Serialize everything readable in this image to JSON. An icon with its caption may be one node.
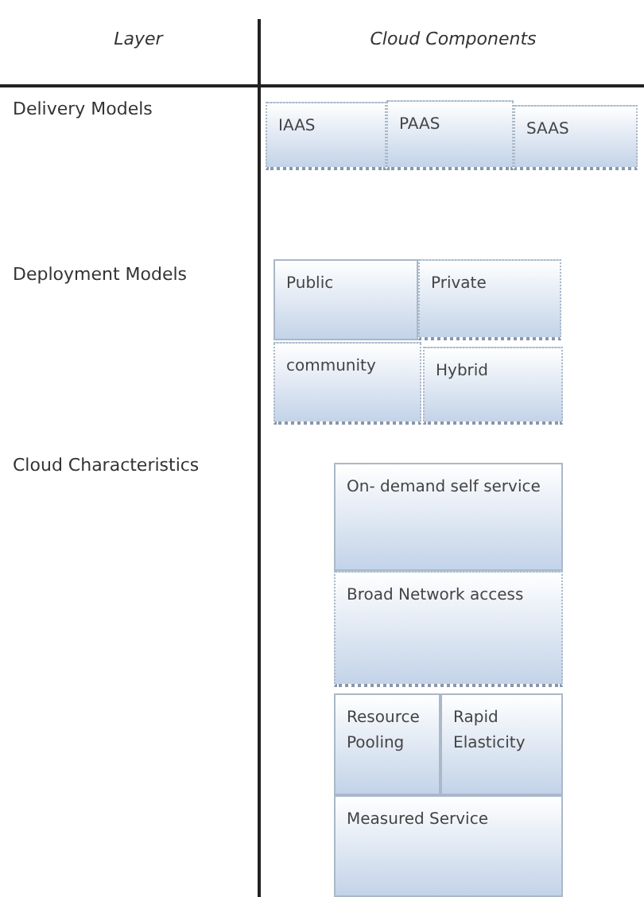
{
  "diagram": {
    "nodes": [
      {
        "text": [
          "IAAS"
        ]
      },
      {
        "text": [
          "PAAS"
        ]
      },
      {
        "text": [
          "SAAS"
        ]
      },
      {
        "text": [
          "Public"
        ]
      },
      {
        "text": [
          "Private"
        ]
      },
      {
        "text": [
          "community"
        ]
      },
      {
        "text": [
          "Hybrid"
        ]
      },
      {
        "text": [
          "On- demand self service"
        ]
      },
      {
        "text": [
          "Broad Network access"
        ]
      },
      {
        "text": [
          "Resource Pooling"
        ]
      },
      {
        "text": [
          "Rapid Elasticity"
        ]
      },
      {
        "text": [
          "Measured Service"
        ]
      }
    ],
    "labels": [
      "Layer",
      "Cloud Components",
      "Delivery Models",
      "Deployment Models",
      "Cloud Characteristics"
    ]
  }
}
